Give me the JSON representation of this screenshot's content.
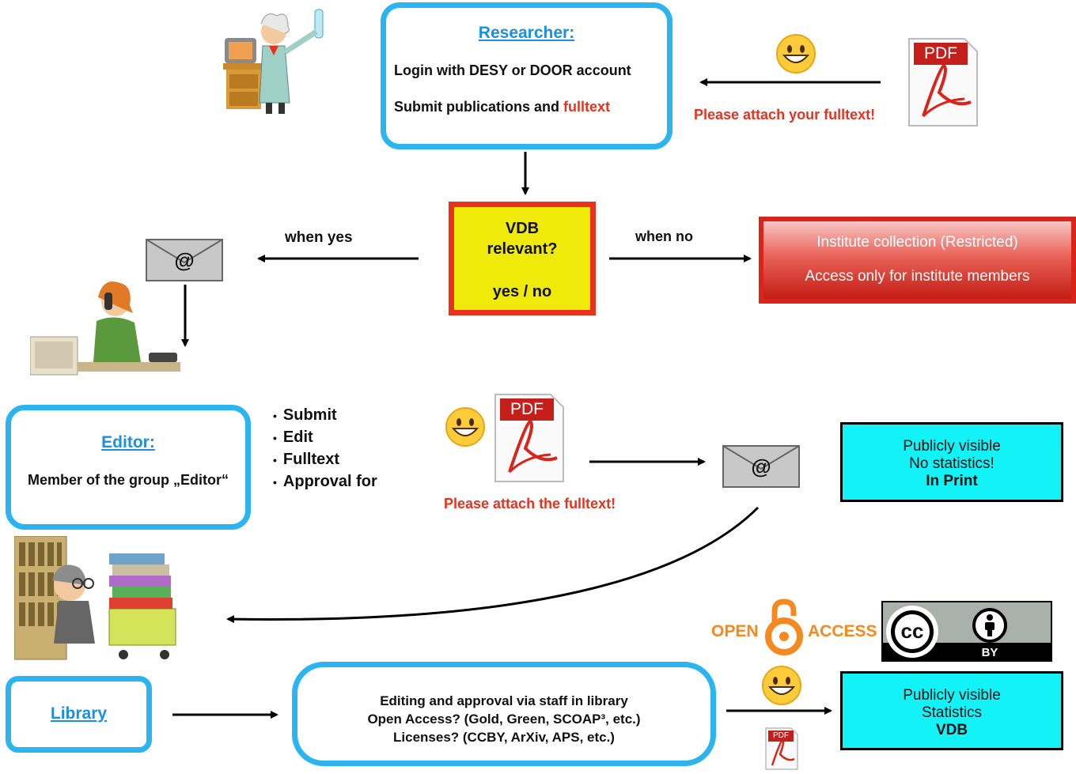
{
  "researcher": {
    "title": "Researcher:",
    "line1": "Login with DESY or DOOR account",
    "line2_prefix": "Submit publications and ",
    "line2_highlight": "fulltext"
  },
  "attach_researcher": "Please attach your fulltext!",
  "decision": {
    "line1": "VDB",
    "line2": "relevant?",
    "line3": "yes / no"
  },
  "when_yes": "when yes",
  "when_no": "when no",
  "institute": {
    "line1": "Institute collection (Restricted)",
    "line2": "Access only for institute members"
  },
  "editor": {
    "title": "Editor:",
    "desc": "Member of the group „Editor“",
    "bullets": [
      "Submit",
      "Edit",
      "Fulltext",
      "Approval for"
    ]
  },
  "attach_editor": "Please attach the fulltext!",
  "print_box": {
    "line1": "Publicly visible",
    "line2": "No statistics!",
    "line3": "In Print"
  },
  "library": {
    "title": "Library",
    "line1": "Editing and approval via staff in library",
    "line2": "Open Access? (Gold, Green, SCOAP³, etc.)",
    "line3": "Licenses? (CCBY, ArXiv, APS, etc.)"
  },
  "open_access": {
    "open": "OPEN",
    "access": "ACCESS"
  },
  "cc": {
    "cc": "cc",
    "by": "BY"
  },
  "pdf_label": "PDF",
  "vdb_box": {
    "line1": "Publicly visible",
    "line2": "Statistics",
    "line3": "VDB"
  },
  "email_symbol": "@",
  "colors": {
    "blue_border": "#2bb4ef",
    "yellow": "#f0ea0a",
    "red_border": "#e8321e",
    "cyan": "#13f2f7",
    "oa_orange": "#f5891f"
  }
}
